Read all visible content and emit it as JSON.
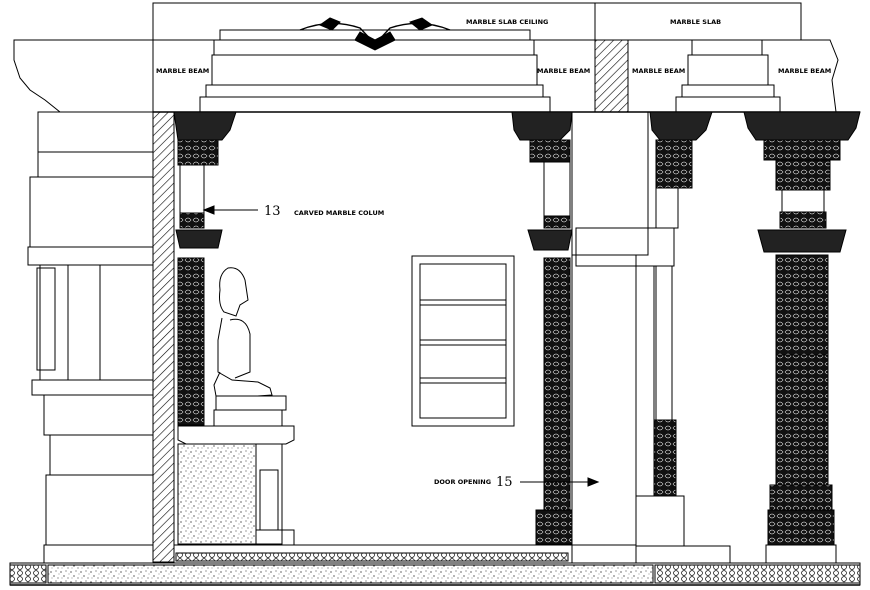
{
  "labels": {
    "marble_slab_ceiling": "MARBLE SLAB CEILING",
    "marble_slab": "MARBLE SLAB",
    "marble_beam": "MARBLE BEAM",
    "carved_column_number": "13",
    "carved_column_text": "CARVED MARBLE COLUM",
    "door_opening_text": "DOOR OPENING",
    "door_opening_number": "15"
  },
  "colors": {
    "line": "#000000",
    "background": "#ffffff"
  }
}
